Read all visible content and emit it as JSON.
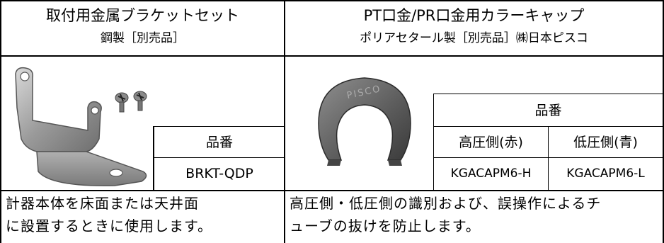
{
  "bracket": {
    "title": "取付用金属ブラケットセット",
    "subtitle": "鋼製［別売品］",
    "table_header": "品番",
    "part_number": "BRKT-QDP",
    "description_line1": "計器本体を床面または天井面",
    "description_line2": "に設置するときに使用します。"
  },
  "cap": {
    "title": "PT口金/PR口金用カラーキャップ",
    "subtitle": "ポリアセタール製［別売品］㈱日本ピスコ",
    "table_header": "品番",
    "high_label": "高圧側(赤)",
    "low_label": "低圧側(青)",
    "high_part": "KGACAPM6-H",
    "low_part": "KGACAPM6-L",
    "logo_text": "PISCO",
    "description_line1": "高圧側・低圧側の識別および、誤操作によるチ",
    "description_line2": "ューブの抜けを防止します。"
  }
}
